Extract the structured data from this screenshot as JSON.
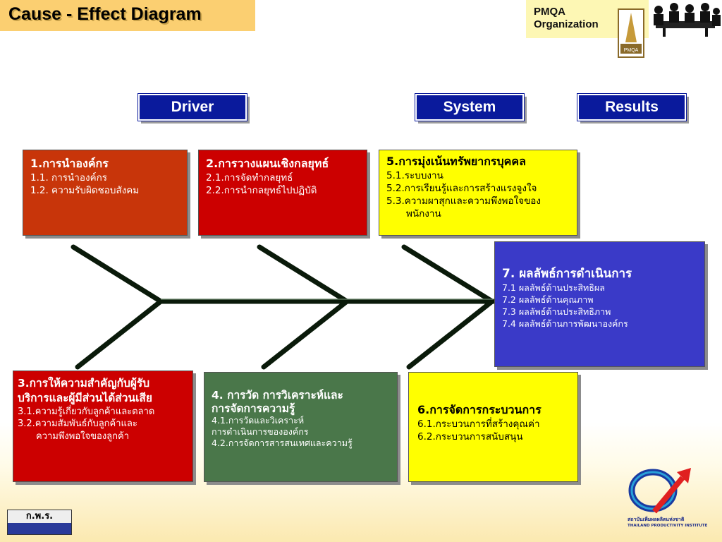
{
  "title": "Cause - Effect  Diagram",
  "org": {
    "line1": "PMQA",
    "line2": "Organization"
  },
  "headers": {
    "driver": "Driver",
    "system": "System",
    "results": "Results"
  },
  "boxes": {
    "b1": {
      "heading": "1.การนำองค์กร",
      "items": [
        "1.1. การนำองค์กร",
        "1.2. ความรับผิดชอบสังคม"
      ],
      "color": "#c8350a"
    },
    "b2": {
      "heading": "2.การวางแผนเชิงกลยุทธ์",
      "items": [
        "2.1.การจัดทำกลยุทธ์",
        "2.2.การนำกลยุทธ์ไปปฏิบัติ"
      ],
      "color": "#cc0000"
    },
    "b3": {
      "heading_1": "3.การให้ความสำคัญกับผู้รับ",
      "heading_2": "บริการและผู้มีส่วนได้ส่วนเสีย",
      "items": [
        "3.1.ความรู้เกี่ยวกับลูกค้าและตลาด",
        "3.2.ความสัมพันธ์กับลูกค้าและ",
        "ความพึงพอใจของลูกค้า"
      ],
      "color": "#cc0000"
    },
    "b4": {
      "heading_1": "4. การวัด การวิเคราะห์และ",
      "heading_2": "การจัดการความรู้",
      "items": [
        "4.1.การวัดและวิเคราะห์",
        "การดำเนินการขององค์กร",
        "4.2.การจัดการสารสนเทศและความรู้"
      ],
      "color": "#4a774a"
    },
    "b5": {
      "heading": "5.การมุ่งเน้นทรัพยากรบุคคล",
      "items": [
        "5.1.ระบบงาน",
        "5.2.การเรียนรู้และการสร้างแรงจูงใจ",
        "5.3.ความผาสุกและความพึงพอใจของ",
        "พนักงาน"
      ],
      "color": "#ffff00"
    },
    "b6": {
      "heading": "6.การจัดการกระบวนการ",
      "items": [
        "6.1.กระบวนการที่สร้างคุณค่า",
        "6.2.กระบวนการสนับสนุน"
      ],
      "color": "#ffff00"
    },
    "b7": {
      "heading": "7. ผลลัพธ์การดำเนินการ",
      "items": [
        "7.1 ผลลัพธ์ด้านประสิทธิผล",
        "7.2 ผลลัพธ์ด้านคุณภาพ",
        "7.3 ผลลัพธ์ด้านประสิทธิภาพ",
        "7.4 ผลลัพธ์ด้านการพัฒนาองค์กร"
      ],
      "color": "#3a3ac8"
    }
  },
  "footer": {
    "opdc": "ก.พ.ร.",
    "tpi": "สถาบันเพิ่มผลผลิตแห่งชาติ",
    "tpi_en": "THAILAND PRODUCTIVITY INSTITUTE"
  }
}
